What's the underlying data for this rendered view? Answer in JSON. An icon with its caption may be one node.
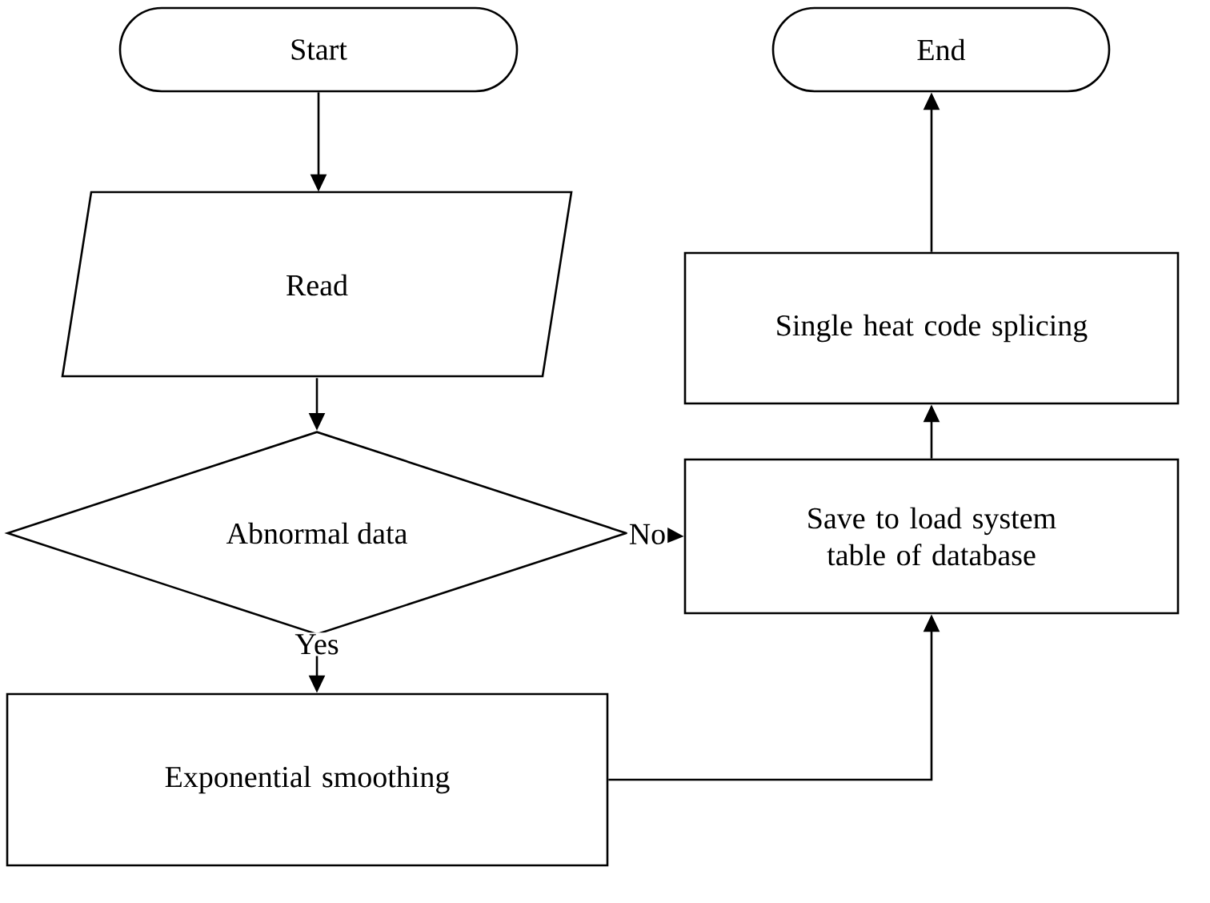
{
  "diagram": {
    "nodes": [
      {
        "text": [
          "Start"
        ]
      },
      {
        "text": [
          "Read"
        ]
      },
      {
        "text": [
          "Abnormal data"
        ]
      },
      {
        "text": [
          "Exponential smoothing"
        ]
      },
      {
        "text": [
          "Save to load system table of database"
        ]
      },
      {
        "text": [
          "Single heat code splicing"
        ]
      },
      {
        "text": [
          "End"
        ]
      }
    ],
    "edges": [
      {
        "from": 0,
        "to": 1,
        "arrow": "to"
      },
      {
        "from": 1,
        "to": 2,
        "arrow": "to"
      },
      {
        "from": 2,
        "to": 4,
        "arrow": "to",
        "label": "No"
      },
      {
        "from": 2,
        "to": 3,
        "arrow": "to",
        "label": "Yes"
      },
      {
        "from": 3,
        "to": 4,
        "arrow": "to"
      },
      {
        "from": 4,
        "to": 5,
        "arrow": "to"
      },
      {
        "from": 5,
        "to": 6,
        "arrow": "to"
      }
    ]
  }
}
